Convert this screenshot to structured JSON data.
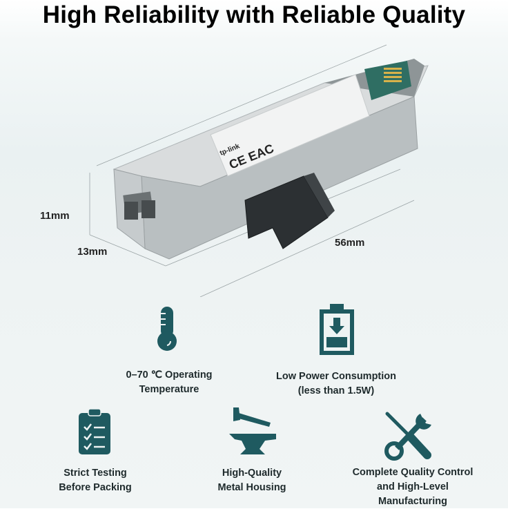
{
  "title": "High Reliability with Reliable Quality",
  "product": {
    "logo": "tp-link",
    "dimensions": {
      "height": "11mm",
      "width": "13mm",
      "length": "56mm"
    }
  },
  "features": [
    {
      "icon": "thermometer-icon",
      "line1": "0–70 ℃ Operating",
      "line2": "Temperature"
    },
    {
      "icon": "battery-icon",
      "line1": "Low Power Consumption",
      "line2": "(less than 1.5W)"
    },
    {
      "icon": "clipboard-checklist-icon",
      "line1": "Strict Testing",
      "line2": "Before Packing"
    },
    {
      "icon": "hammer-anvil-icon",
      "line1": "High-Quality",
      "line2": "Metal Housing"
    },
    {
      "icon": "screwdriver-wrench-icon",
      "line1": "Complete Quality Control",
      "line2": "and High-Level",
      "line3": "Manufacturing"
    }
  ],
  "colors": {
    "icon": "#1f5a60",
    "background": "#eef3f3"
  }
}
